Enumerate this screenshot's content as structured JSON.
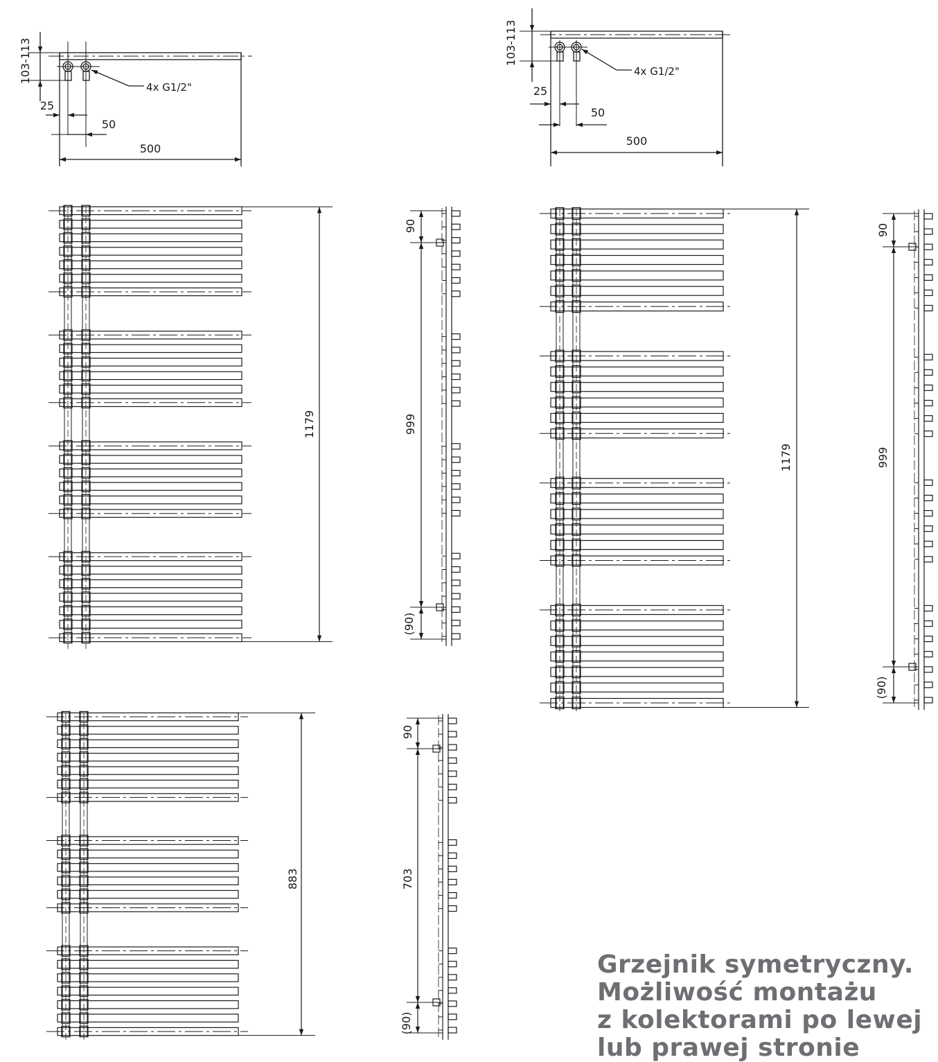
{
  "colors": {
    "line": "#1a1a1a",
    "note": "#6e6e73"
  },
  "top_views": [
    {
      "height_range": "103-113",
      "offset": "25",
      "spacing": "50",
      "width": "500",
      "connection": "4x G1/2\""
    },
    {
      "height_range": "103-113",
      "offset": "25",
      "spacing": "50",
      "width": "500",
      "connection": "4x G1/2\""
    }
  ],
  "front_views": [
    {
      "height": "1179",
      "groups": [
        7,
        6,
        6,
        7
      ]
    },
    {
      "height": "1179",
      "groups": [
        7,
        6,
        6,
        7
      ]
    },
    {
      "height": "883",
      "groups": [
        7,
        6,
        7
      ]
    }
  ],
  "side_views": [
    {
      "top_offset": "90",
      "spacing": "999",
      "bottom_offset": "(90)"
    },
    {
      "top_offset": "90",
      "spacing": "999",
      "bottom_offset": "(90)"
    },
    {
      "top_offset": "90",
      "spacing": "703",
      "bottom_offset": "(90)"
    }
  ],
  "note_lines": [
    "Grzejnik symetryczny.",
    "Możliwość montażu",
    "z kolektorami po lewej",
    "lub prawej stronie"
  ]
}
